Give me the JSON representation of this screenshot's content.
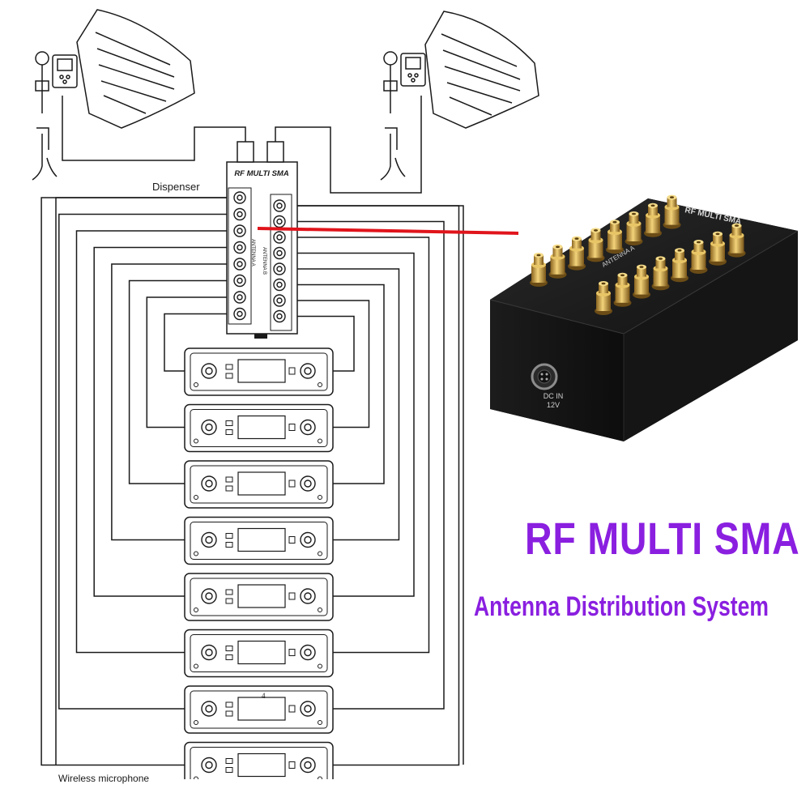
{
  "headline": {
    "title": "RF MULTI SMA",
    "subtitle": "Antenna Distribution System"
  },
  "diagram": {
    "distributor_label": "RF MULTI SMA",
    "dispenser_label": "Dispenser",
    "antenna_a_label": "ANTENNA A",
    "antenna_b_label": "ANTENNA B",
    "microphone_label": "Wireless microphone",
    "receiver_number": "4"
  },
  "product": {
    "top_label": "RF   MULTI   SMA",
    "antenna_label": "ANTENNA A",
    "dc_in_label": "DC IN",
    "dc_voltage_label": "12V"
  },
  "colors": {
    "accent": "#8a1fe0",
    "pointer": "#e0141b",
    "line": "#1a1a1a",
    "gold": "#c9a13c",
    "case": "#161616"
  },
  "receivers": [
    {
      "id": 1
    },
    {
      "id": 2
    },
    {
      "id": 3
    },
    {
      "id": 4
    },
    {
      "id": 5
    },
    {
      "id": 6
    },
    {
      "id": 7
    },
    {
      "id": 8
    }
  ]
}
